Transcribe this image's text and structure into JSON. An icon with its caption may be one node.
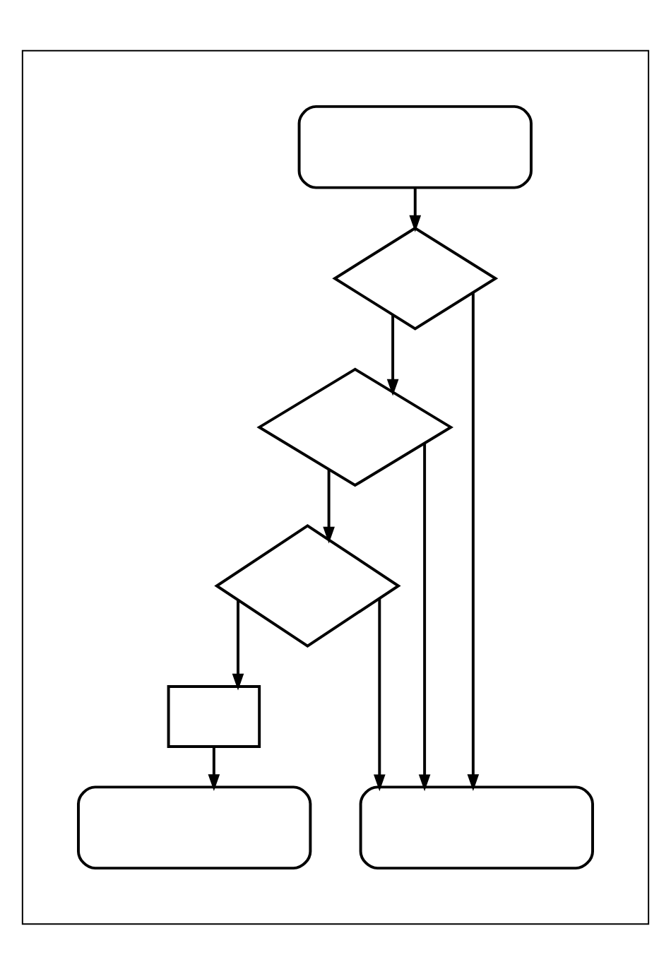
{
  "diagram": {
    "nodes": [
      {
        "text": [],
        "shape": "box"
      },
      {
        "text": [],
        "shape": "oval",
        "in": 0
      },
      {
        "text": [],
        "shape": "diamond",
        "in": 0
      },
      {
        "text": [],
        "shape": "diamond",
        "in": 0
      },
      {
        "text": [],
        "shape": "diamond",
        "in": 0
      },
      {
        "text": [],
        "shape": "box",
        "in": 0
      },
      {
        "text": [],
        "shape": "oval",
        "in": 0
      },
      {
        "text": [],
        "shape": "oval",
        "in": 0
      }
    ],
    "edges": [
      {
        "from": 1,
        "to": 2,
        "arrow": "to"
      },
      {
        "from": 2,
        "to": 3,
        "arrow": "to"
      },
      {
        "from": 3,
        "to": 4,
        "arrow": "to"
      },
      {
        "from": 4,
        "to": 5,
        "arrow": "to"
      },
      {
        "from": 5,
        "to": 6,
        "arrow": "to"
      },
      {
        "from": 2,
        "to": 7,
        "arrow": "to"
      },
      {
        "from": 3,
        "to": 7,
        "arrow": "to"
      },
      {
        "from": 4,
        "to": 7,
        "arrow": "to"
      }
    ]
  }
}
